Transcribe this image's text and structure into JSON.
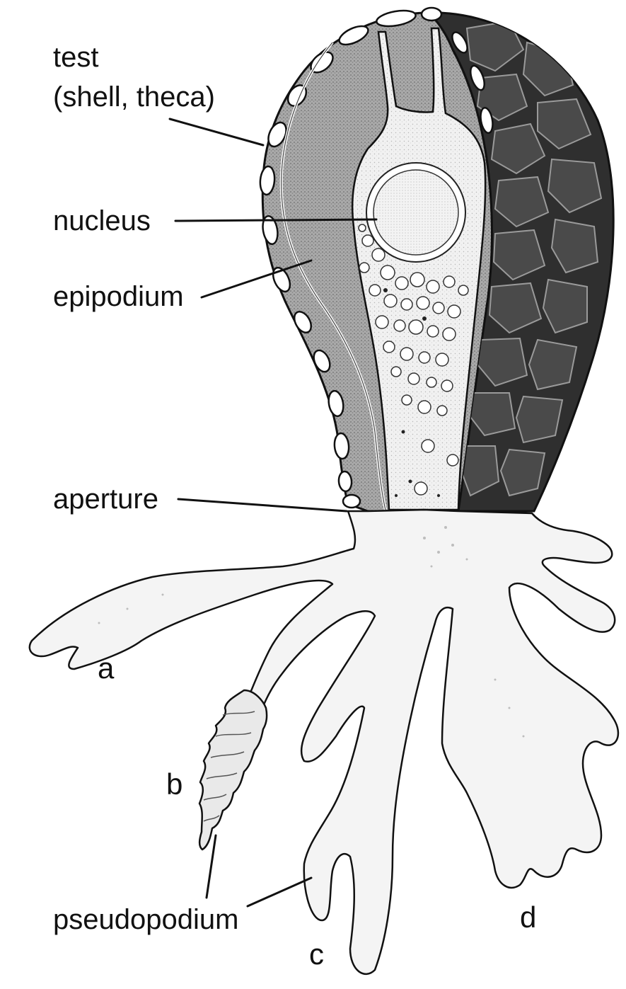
{
  "labels": {
    "test_line1": "test",
    "test_line2": "(shell, theca)",
    "nucleus": "nucleus",
    "epipodium": "epipodium",
    "aperture": "aperture",
    "pseudopodium": "pseudopodium"
  },
  "pseudopod_letters": {
    "a": "a",
    "b": "b",
    "c": "c",
    "d": "d"
  },
  "colors": {
    "background": "#ffffff",
    "ink": "#111111",
    "shell_dark": "#2b2b2b",
    "shell_mid": "#8c8c8c",
    "cytoplasm": "#eeeeee"
  }
}
